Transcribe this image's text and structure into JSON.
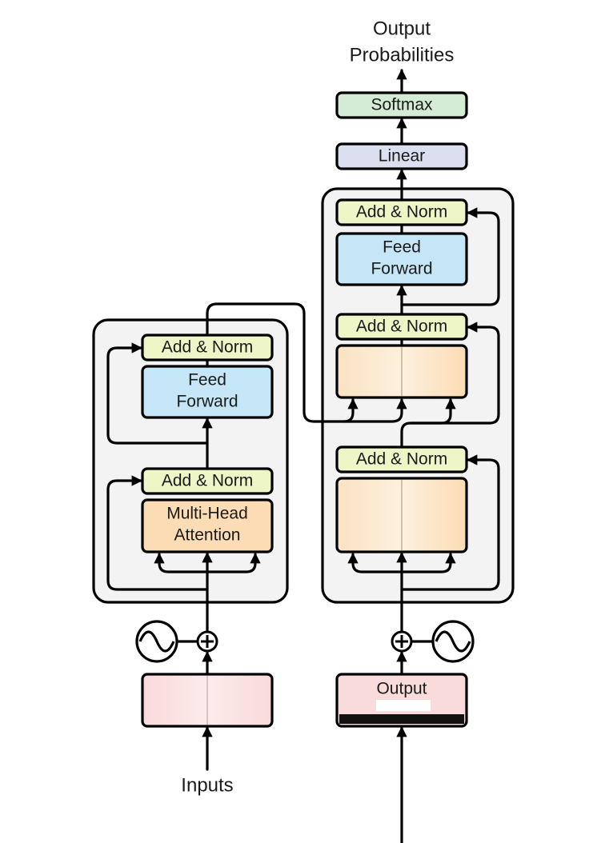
{
  "output_probabilities": {
    "line1": "Output",
    "line2": "Probabilities"
  },
  "softmax": {
    "label": "Softmax"
  },
  "linear": {
    "label": "Linear"
  },
  "encoder": {
    "add_norm_top": "Add & Norm",
    "feed_forward_line1": "Feed",
    "feed_forward_line2": "Forward",
    "add_norm_bottom": "Add & Norm",
    "attention_line1": "Multi-Head",
    "attention_line2": "Attention"
  },
  "decoder": {
    "add_norm_top": "Add & Norm",
    "feed_forward_line1": "Feed",
    "feed_forward_line2": "Forward",
    "add_norm_middle": "Add & Norm",
    "add_norm_bottom": "Add & Norm"
  },
  "output_embedding": {
    "label": "Output"
  },
  "inputs": {
    "label": "Inputs"
  },
  "colors": {
    "add_norm": "#eef5c7",
    "feed_forward": "#c5e6f6",
    "attention": "#fbdcb4",
    "softmax": "#d4ebd4",
    "linear": "#dcdff0",
    "embedding": "#f9dbdb",
    "block_bg": "#f3f3f3"
  }
}
